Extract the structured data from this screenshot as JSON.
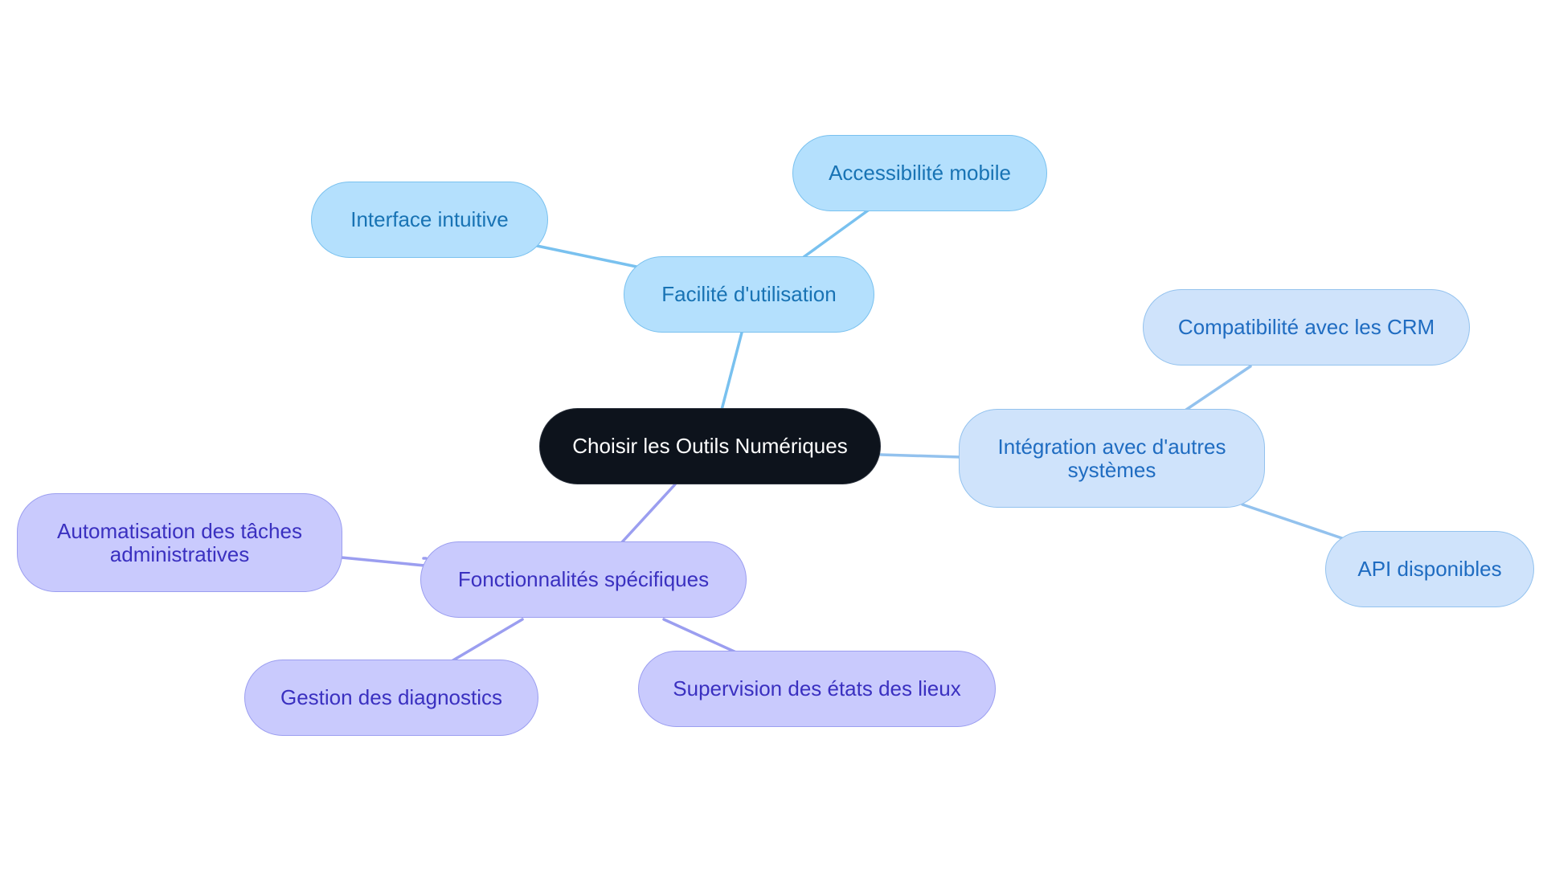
{
  "diagram": {
    "type": "mind-map",
    "root": {
      "label": "Choisir les Outils Numériques",
      "color": "#0d131c"
    },
    "branches": [
      {
        "label": "Facilité d'utilisation",
        "color": "#b4e0fd",
        "edge_color": "#79c1ef",
        "children": [
          {
            "label": "Interface intuitive"
          },
          {
            "label": "Accessibilité mobile"
          }
        ]
      },
      {
        "label": "Intégration avec d'autres systèmes",
        "color": "#cfe3fb",
        "edge_color": "#93c2ee",
        "children": [
          {
            "label": "Compatibilité avec les CRM"
          },
          {
            "label": "API disponibles"
          }
        ]
      },
      {
        "label": "Fonctionnalités spécifiques",
        "color": "#c9cafd",
        "edge_color": "#9b9ef0",
        "children": [
          {
            "label": "Automatisation des tâches administratives"
          },
          {
            "label": "Gestion des diagnostics"
          },
          {
            "label": "Supervision des états des lieux"
          }
        ]
      }
    ]
  }
}
